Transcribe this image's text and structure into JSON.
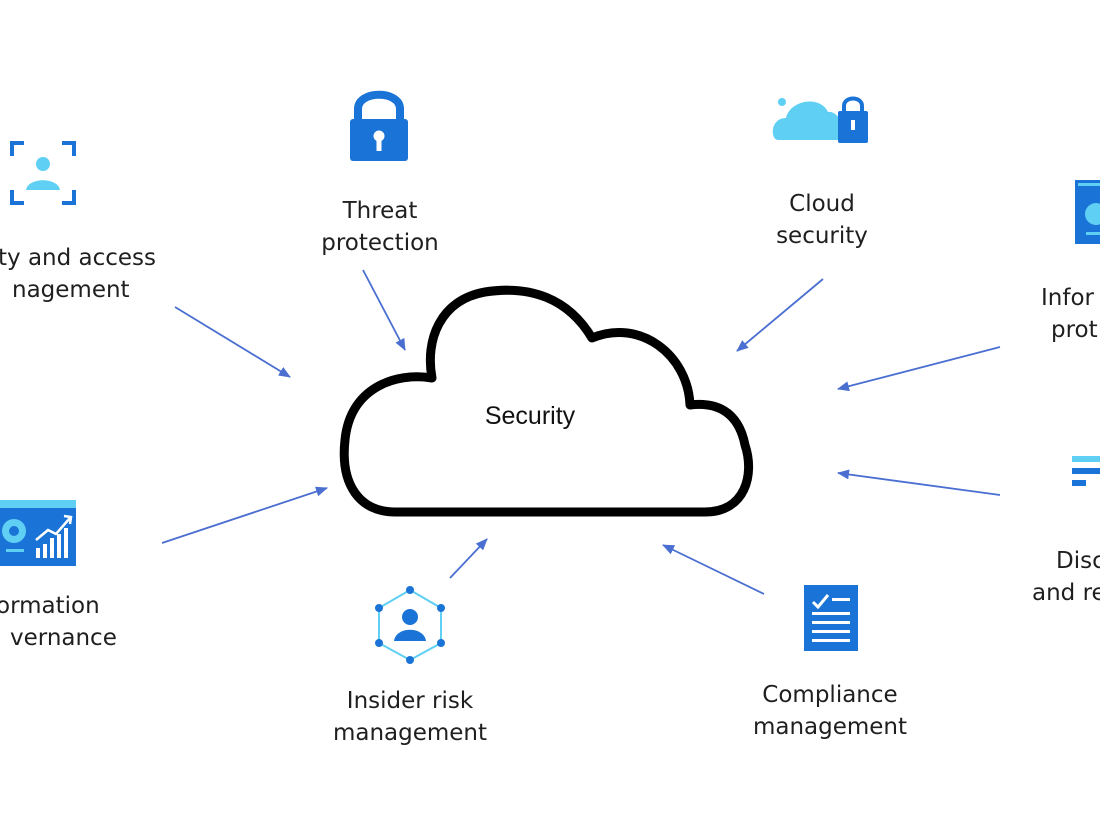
{
  "diagram": {
    "center_label": "Security",
    "nodes": [
      {
        "id": "identity",
        "icon": "identity-scan-icon",
        "line1": "ty and access",
        "line2": "nagement"
      },
      {
        "id": "threat",
        "icon": "padlock-icon",
        "line1": "Threat",
        "line2": "protection"
      },
      {
        "id": "cloud",
        "icon": "cloud-lock-icon",
        "line1": "Cloud",
        "line2": "security"
      },
      {
        "id": "info-protection",
        "icon": "document-protection-icon",
        "line1": "Infor",
        "line2": "prot"
      },
      {
        "id": "info-governance",
        "icon": "dashboard-chart-icon",
        "line1": "ormation",
        "line2": "vernance"
      },
      {
        "id": "insider",
        "icon": "network-person-icon",
        "line1": "Insider risk",
        "line2": "management"
      },
      {
        "id": "compliance",
        "icon": "checklist-icon",
        "line1": "Compliance",
        "line2": "management"
      },
      {
        "id": "discovery",
        "icon": "filter-list-icon",
        "line1": "Disc",
        "line2": "and re"
      }
    ],
    "colors": {
      "arrow": "#4a6fd1",
      "icon_dark": "#1a73d6",
      "icon_light": "#5fd0f3",
      "cloud_stroke": "#000000"
    }
  }
}
